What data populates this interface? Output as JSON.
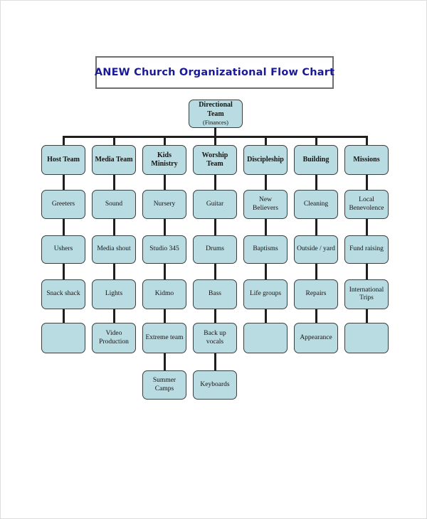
{
  "title": {
    "text": "ANEW Church Organizational Flow Chart"
  },
  "root": {
    "title": "Directional Team",
    "subtitle": "(Finances)"
  },
  "columns": [
    {
      "header": "Host Team",
      "items": [
        "Greeters",
        "Ushers",
        "Snack shack",
        ""
      ]
    },
    {
      "header": "Media Team",
      "items": [
        "Sound",
        "Media shout",
        "Lights",
        "Video Production"
      ]
    },
    {
      "header": "Kids Ministry",
      "items": [
        "Nursery",
        "Studio 345",
        "Kidmo",
        "Extreme team",
        "Summer Camps"
      ]
    },
    {
      "header": "Worship Team",
      "items": [
        "Guitar",
        "Drums",
        "Bass",
        "Back up vocals",
        "Keyboards"
      ]
    },
    {
      "header": "Discipleship",
      "items": [
        "New Believers",
        "Baptisms",
        "Life groups",
        ""
      ]
    },
    {
      "header": "Building",
      "items": [
        "Cleaning",
        "Outside / yard",
        "Repairs",
        "Appearance"
      ]
    },
    {
      "header": "Missions",
      "items": [
        "Local Benevolence",
        "Fund raising",
        "International Trips",
        ""
      ]
    }
  ],
  "colors": {
    "node_fill": "#b9dce2",
    "node_border": "#3d3d3d",
    "connector": "#1f1f1f",
    "title_color": "#1a1a96",
    "title_border": "#6e6e6e"
  }
}
